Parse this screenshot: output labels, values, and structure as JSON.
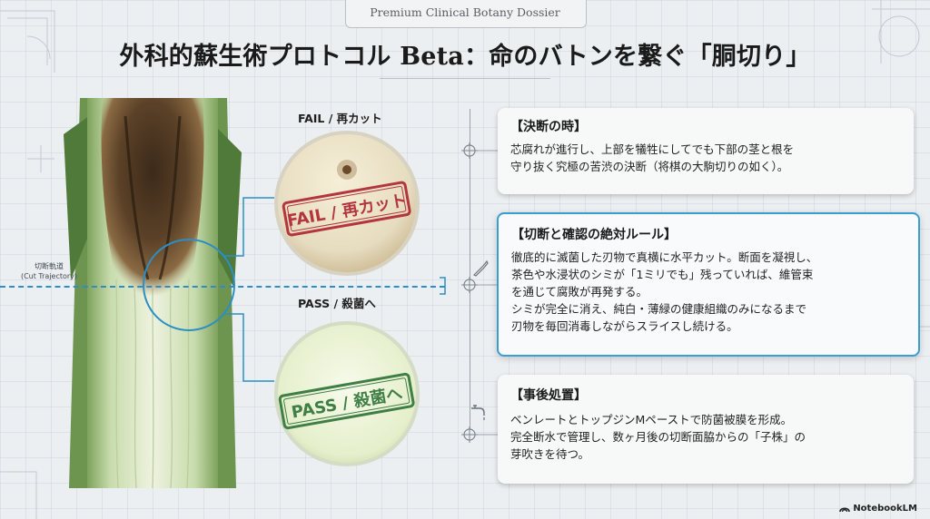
{
  "header": {
    "dossier_label": "Premium Clinical Botany Dossier",
    "title": "外科的蘇生術プロトコル Beta：命のバトンを繋ぐ「胴切り」"
  },
  "cut_trajectory": {
    "label_jp": "切断軌道",
    "label_en": "(Cut Trajectory)"
  },
  "samples": {
    "fail": {
      "label": "FAIL / 再カット",
      "stamp": "FAIL / 再カット"
    },
    "pass": {
      "label": "PASS / 殺菌へ",
      "stamp": "PASS / 殺菌へ"
    }
  },
  "cards": [
    {
      "title": "【決断の時】",
      "lines": [
        "芯腐れが進行し、上部を犠牲にしてでも下部の茎と根を",
        "守り抜く究極の苦渋の決断（将棋の大駒切りの如く）。"
      ]
    },
    {
      "title": "【切断と確認の絶対ルール】",
      "lines": [
        "徹底的に滅菌した刃物で真横に水平カット。断面を凝視し、",
        "茶色や水浸状のシミが「1ミリでも」残っていれば、維管束",
        "を通じて腐敗が再発する。",
        "シミが完全に消え、純白・薄緑の健康組織のみになるまで",
        "刃物を毎回消毒しながらスライスし続ける。"
      ]
    },
    {
      "title": "【事後処置】",
      "lines": [
        "ベンレートとトップジンMペーストで防菌被膜を形成。",
        "完全断水で管理し、数ヶ月後の切断面脇からの「子株」の",
        "芽吹きを待つ。"
      ]
    }
  ],
  "footer": {
    "brand": "NotebookLM"
  },
  "colors": {
    "accent_blue": "#3a9ed1",
    "fail_red": "#b3363e",
    "pass_green": "#3f7f46"
  }
}
